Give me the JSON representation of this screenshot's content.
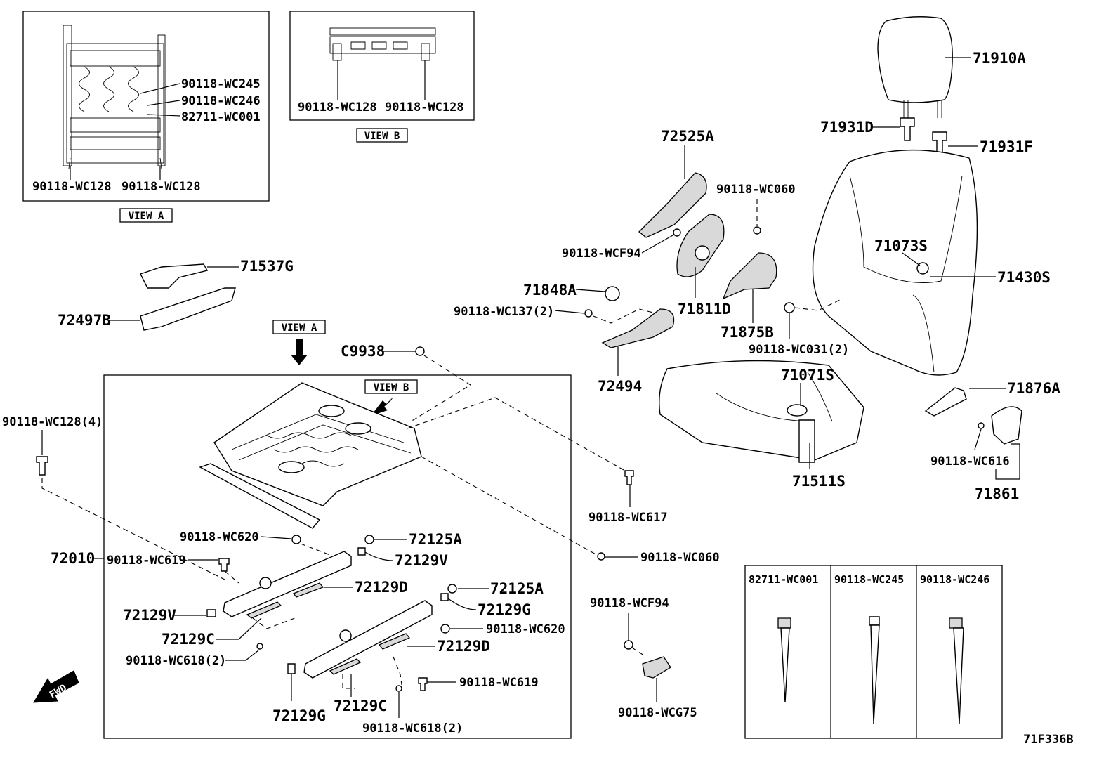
{
  "code": "71F336B",
  "fwd": "FWD",
  "views": {
    "view_a": "VIEW A",
    "view_b": "VIEW B"
  },
  "labels": {
    "p90118_wc245_a": "90118-WC245",
    "p90118_wc246_a": "90118-WC246",
    "p82711_wc001_a": "82711-WC001",
    "p90118_wc128_a1": "90118-WC128",
    "p90118_wc128_a2": "90118-WC128",
    "p90118_wc128_b1": "90118-WC128",
    "p90118_wc128_b2": "90118-WC128",
    "p71910a": "71910A",
    "p71931d": "71931D",
    "p71931f": "71931F",
    "p72525a": "72525A",
    "p90118_wc060_t": "90118-WC060",
    "p90118_wcf94_t": "90118-WCF94",
    "p71848a": "71848A",
    "p90118_wc137": "90118-WC137(2)",
    "p71811d": "71811D",
    "p71875b": "71875B",
    "p90118_wc031": "90118-WC031(2)",
    "p71073s": "71073S",
    "p71430s": "71430S",
    "p71537g": "71537G",
    "p72497b": "72497B",
    "pc9938": "C9938",
    "p72494": "72494",
    "p71071s": "71071S",
    "p71876a": "71876A",
    "p90118_wc616": "90118-WC616",
    "p71861": "71861",
    "p71511s": "71511S",
    "p90118_wc128_4": "90118-WC128(4)",
    "p90118_wc617": "90118-WC617",
    "p90118_wc060_b": "90118-WC060",
    "p72010": "72010",
    "p90118_wc620_1": "90118-WC620",
    "p72125a_1": "72125A",
    "p90118_wc619_1": "90118-WC619",
    "p72129v_1": "72129V",
    "p72129d_1": "72129D",
    "p72125a_2": "72125A",
    "p72129v_2": "72129V",
    "p72129g_1": "72129G",
    "p72129c_1": "72129C",
    "p90118_wc620_2": "90118-WC620",
    "p72129d_2": "72129D",
    "p90118_wc618_1": "90118-WC618(2)",
    "p90118_wc619_2": "90118-WC619",
    "p72129g_2": "72129G",
    "p72129c_2": "72129C",
    "p90118_wc618_2": "90118-WC618(2)",
    "p90118_wcf94_b": "90118-WCF94",
    "p90118_wcg75": "90118-WCG75"
  },
  "legend_table": {
    "col1": "82711-WC001",
    "col2": "90118-WC245",
    "col3": "90118-WC246"
  }
}
